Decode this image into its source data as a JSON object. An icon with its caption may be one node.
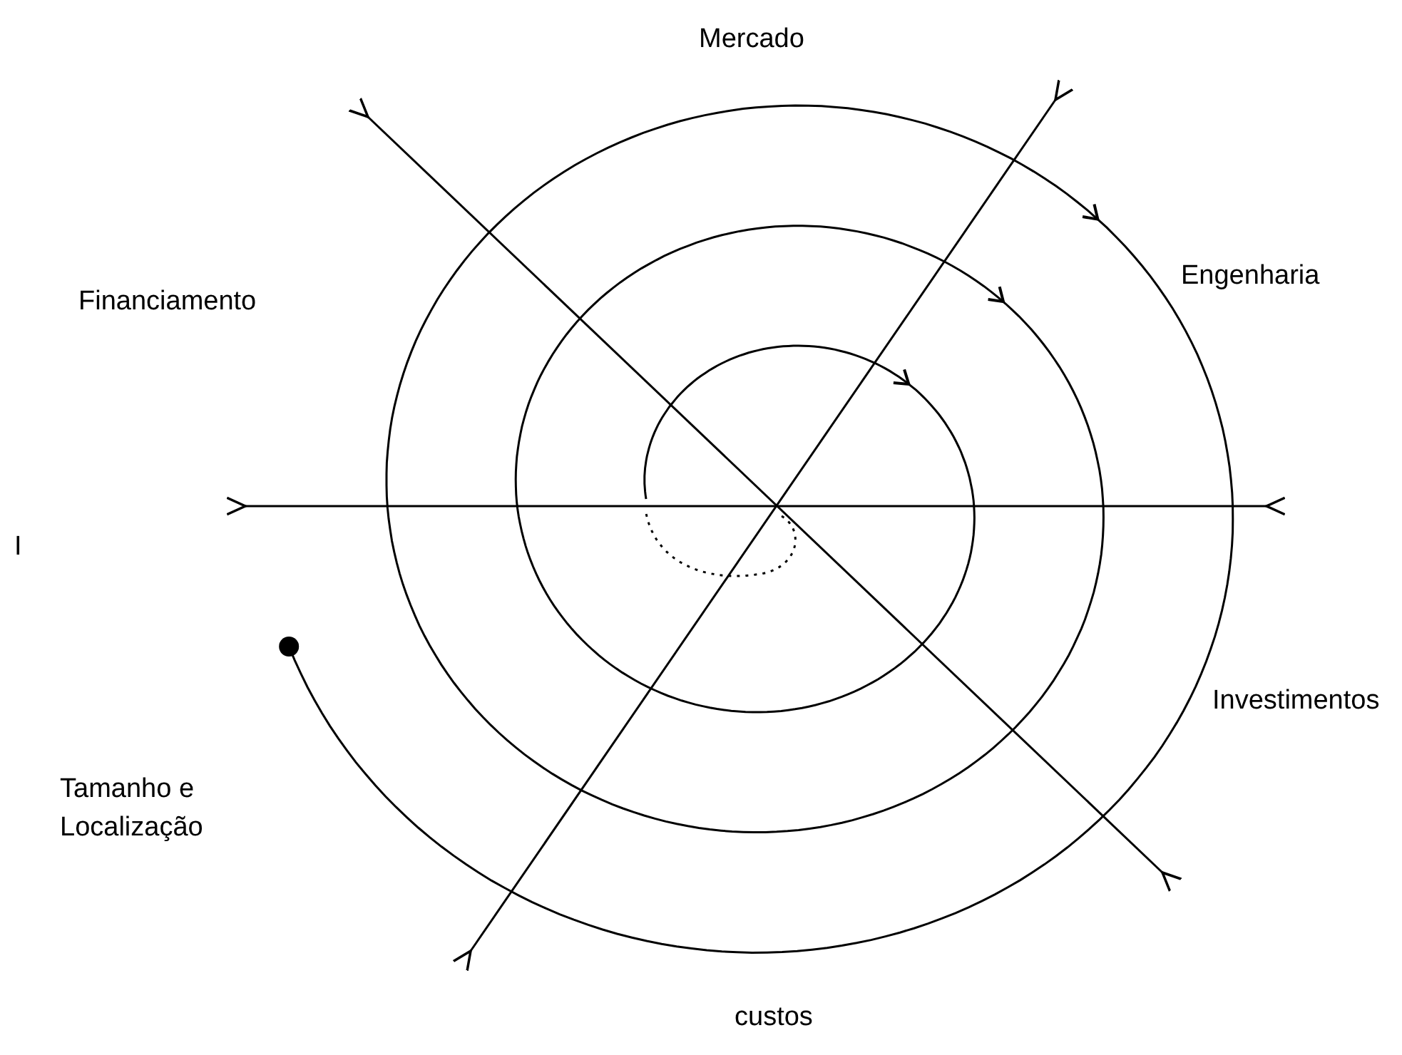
{
  "diagram": {
    "labels": [
      "Mercado",
      "Financiamento",
      "Engenharia",
      "I",
      "Investimentos",
      "Tamanho e Localização",
      "custos"
    ]
  }
}
